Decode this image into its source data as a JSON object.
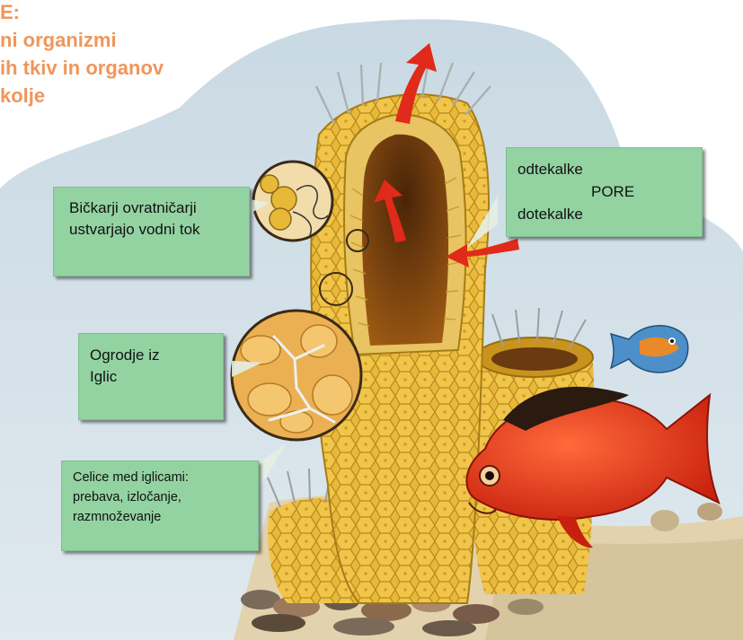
{
  "title": {
    "lines": [
      "E:",
      "ni organizmi",
      "ih tkiv in organov",
      "kolje"
    ],
    "color": "#f0965a"
  },
  "callouts": {
    "choanocytes": {
      "line1": "Bičkarji ovratničarji",
      "line2": "ustvarjajo vodni tok"
    },
    "pores": {
      "outflow": "odtekalke",
      "heading": "PORE",
      "inflow": "dotekalke"
    },
    "skeleton": {
      "line1": "Ogrodje iz",
      "line2": "Iglic"
    },
    "cells": {
      "line1": "Celice med iglicami:",
      "line2": "prebava, izločanje,",
      "line3": "razmnoževanje"
    }
  },
  "colors": {
    "callout_fill": "#93d3a2",
    "sponge": "#e8b838",
    "sponge_dark": "#b88a1c",
    "flow_arrow": "#e02a1a",
    "water": "#cfe0ea",
    "sand": "#e2d2ae",
    "fish_red": "#e8341c",
    "fish_blue": "#4d8fc9"
  }
}
